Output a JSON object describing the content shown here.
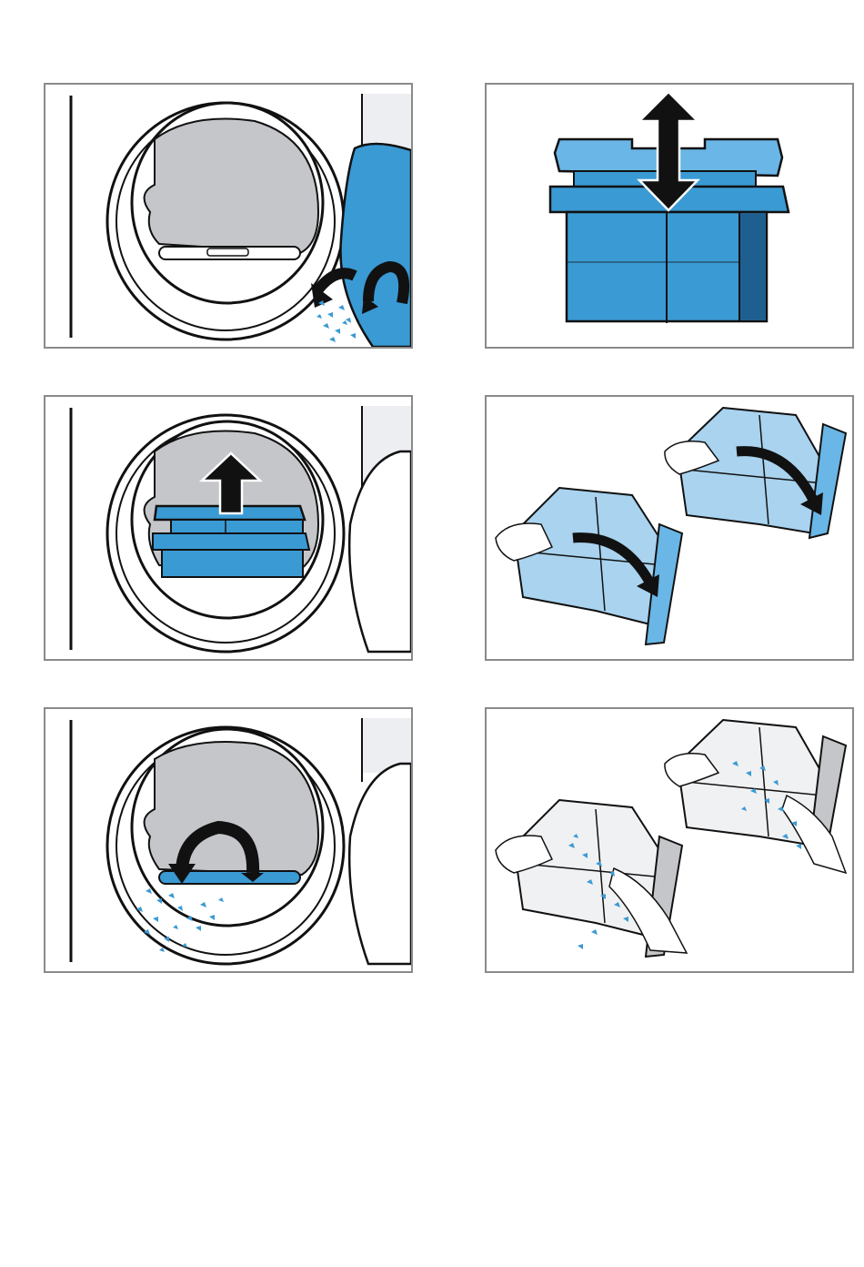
{
  "document": {
    "panels": [
      {
        "id": "p1",
        "depicts": "door-filter-removal"
      },
      {
        "id": "p2",
        "depicts": "filter-separation"
      },
      {
        "id": "p3",
        "depicts": "filter-lift-out"
      },
      {
        "id": "p4",
        "depicts": "filter-opening"
      },
      {
        "id": "p5",
        "depicts": "filter-housing-cleaning"
      },
      {
        "id": "p6",
        "depicts": "filter-lint-removal"
      }
    ]
  },
  "colors": {
    "frame": "#8a8a8a",
    "filter_blue": "#3a9ad4",
    "filter_blue_light": "#a9d3ef",
    "filter_blue_dark": "#1f5f8f",
    "drum_grey": "#c4c6c9",
    "wall_grey": "#eceef2",
    "arrow_black": "#111111",
    "lint_grey": "#f0f1f3"
  }
}
